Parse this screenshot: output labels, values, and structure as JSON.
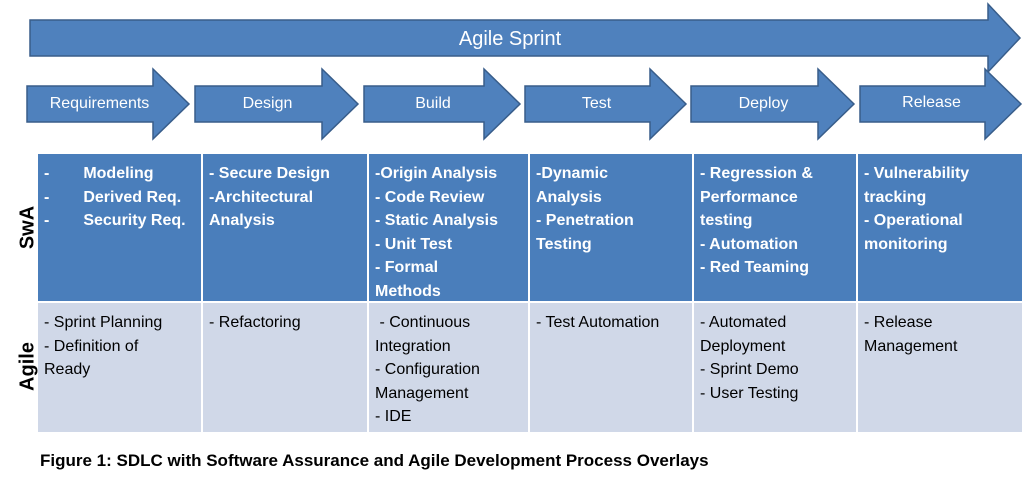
{
  "sprint": {
    "label": "Agile Sprint"
  },
  "phases": [
    "Requirements",
    "Design",
    "Build",
    "Test",
    "Deploy",
    "Release"
  ],
  "rows": {
    "swa_label": "SwA",
    "agile_label": "Agile"
  },
  "swa": [
    [
      {
        "text": "-",
        "tab": "Modeling"
      },
      {
        "text": "-",
        "tab": "Derived Req."
      },
      {
        "text": "-",
        "tab": "Security Req."
      }
    ],
    [
      {
        "text": "- Secure Design"
      },
      {
        "text": "-Architectural"
      },
      {
        "text": "Analysis"
      }
    ],
    [
      {
        "text": "-Origin Analysis"
      },
      {
        "text": "- Code Review"
      },
      {
        "text": "- Static Analysis"
      },
      {
        "text": "- Unit Test"
      },
      {
        "text": "- Formal"
      },
      {
        "text": "Methods"
      }
    ],
    [
      {
        "text": "-Dynamic"
      },
      {
        "text": "Analysis"
      },
      {
        "text": "- Penetration"
      },
      {
        "text": "Testing"
      }
    ],
    [
      {
        "text": "- Regression &"
      },
      {
        "text": "Performance"
      },
      {
        "text": "testing"
      },
      {
        "text": "- Automation"
      },
      {
        "text": "- Red Teaming"
      }
    ],
    [
      {
        "text": "- Vulnerability"
      },
      {
        "text": "tracking"
      },
      {
        "text": "- Operational"
      },
      {
        "text": "monitoring"
      }
    ]
  ],
  "agile": [
    [
      {
        "text": "- Sprint Planning"
      },
      {
        "text": "- Definition of"
      },
      {
        "text": "Ready"
      }
    ],
    [
      {
        "text": "- Refactoring"
      }
    ],
    [
      {
        "text": " - Continuous"
      },
      {
        "text": "Integration"
      },
      {
        "text": "- Configuration"
      },
      {
        "text": "Management"
      },
      {
        "text": "- IDE"
      }
    ],
    [
      {
        "text": "- Test Automation"
      }
    ],
    [
      {
        "text": "- Automated"
      },
      {
        "text": "Deployment"
      },
      {
        "text": "- Sprint Demo"
      },
      {
        "text": "- User Testing"
      }
    ],
    [
      {
        "text": "- Release"
      },
      {
        "text": "Management"
      }
    ]
  ],
  "caption": "Figure 1: SDLC with Software Assurance and Agile Development Process Overlays",
  "colors": {
    "arrow_fill": "#4f81bd",
    "arrow_stroke": "#385d8a",
    "swa_bg": "#4a7ebb",
    "agile_bg": "#d0d8e8"
  }
}
